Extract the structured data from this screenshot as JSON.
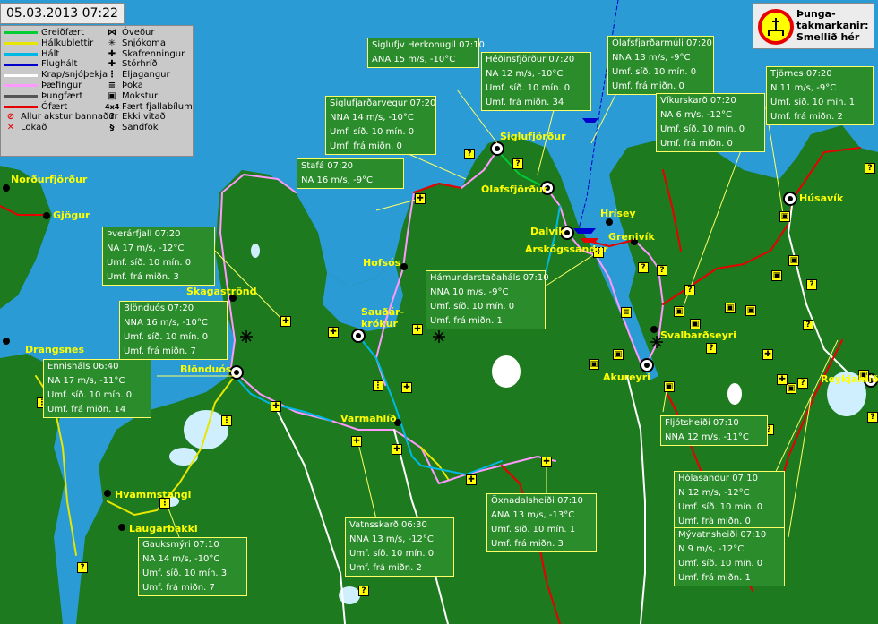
{
  "date": "05.03.2013 07:22",
  "warning": {
    "line1": "Þunga-",
    "line2": "takmarkanir:",
    "line3": "Smellið hér"
  },
  "legend": {
    "roads": [
      {
        "label": "Greiðfært",
        "color": "#00cc33"
      },
      {
        "label": "Hálkublettir",
        "color": "#e6e600"
      },
      {
        "label": "Hált",
        "color": "#00b8e6"
      },
      {
        "label": "Flughált",
        "color": "#0000cc"
      },
      {
        "label": "Krap/snjóþekja",
        "color": "#ffffff"
      },
      {
        "label": "Þæfingur",
        "color": "#ff99ff"
      },
      {
        "label": "Þungfært",
        "color": "#555555"
      },
      {
        "label": "Ófært",
        "color": "#e60000"
      }
    ],
    "closed": "Allur akstur bannaður",
    "local": "Lokað",
    "symbols": [
      {
        "glyph": "⋈",
        "label": "Óveður"
      },
      {
        "glyph": "✳",
        "label": "Snjókoma"
      },
      {
        "glyph": "✚",
        "label": "Skafrenningur"
      },
      {
        "glyph": "✚",
        "label": "Stórhríð"
      },
      {
        "glyph": "⋮",
        "label": "Éljagangur"
      },
      {
        "glyph": "≡",
        "label": "Þoka"
      },
      {
        "glyph": "▣",
        "label": "Mokstur"
      },
      {
        "glyph": "4x4",
        "label": "Fært fjallabílum"
      },
      {
        "glyph": "?",
        "label": "Ekki vitað"
      },
      {
        "glyph": "§",
        "label": "Sandfok"
      }
    ]
  },
  "places": [
    {
      "name": "Norðurfjörður"
    },
    {
      "name": "Gjögur"
    },
    {
      "name": "Drangsnes"
    },
    {
      "name": "Skagaströnd"
    },
    {
      "name": "Blönduós"
    },
    {
      "name": "Hvammstangi"
    },
    {
      "name": "Laugarbakki"
    },
    {
      "name": "Hofsós"
    },
    {
      "name": "Sauðár-"
    },
    {
      "name": "krókur"
    },
    {
      "name": "Varmahlíð"
    },
    {
      "name": "Siglufjörður"
    },
    {
      "name": "Ólafsfjörður"
    },
    {
      "name": "Dalvík"
    },
    {
      "name": "Hrísey"
    },
    {
      "name": "Árskógssandur"
    },
    {
      "name": "Grenivík"
    },
    {
      "name": "Akureyri"
    },
    {
      "name": "Svalbarðseyri"
    },
    {
      "name": "Húsavík"
    },
    {
      "name": "Reykjahlíð"
    }
  ],
  "stations": [
    {
      "lines": [
        "Siglufjv Herkonugil 07:10",
        "ANA 15 m/s, -10°C"
      ]
    },
    {
      "lines": [
        "Héðinsfjörður 07:20",
        "NA 12 m/s, -10°C",
        "Umf. síð. 10 mín. 0",
        "Umf. frá miðn. 34"
      ]
    },
    {
      "lines": [
        "Ólafsfjarðarmúli 07:20",
        "NNA 13 m/s, -9°C",
        "Umf. síð. 10 mín. 0",
        "Umf. frá miðn. 0"
      ]
    },
    {
      "lines": [
        "Tjörnes 07:20",
        "N 11 m/s, -9°C",
        "Umf. síð. 10 mín. 1",
        "Umf. frá miðn. 2"
      ]
    },
    {
      "lines": [
        "Siglufjarðarvegur 07:20",
        "NNA 14 m/s, -10°C",
        "Umf. síð. 10 mín. 0",
        "Umf. frá miðn. 0"
      ]
    },
    {
      "lines": [
        "Víkurskarð 07:20",
        "NA 6 m/s, -12°C",
        "Umf. síð. 10 mín. 0",
        "Umf. frá miðn. 0"
      ]
    },
    {
      "lines": [
        "Stafá 07:20",
        "NA 16 m/s, -9°C"
      ]
    },
    {
      "lines": [
        "Þverárfjall 07:20",
        "NA 17 m/s, -12°C",
        "Umf. síð. 10 mín. 0",
        "Umf. frá miðn. 3"
      ]
    },
    {
      "lines": [
        "Hámundarstaðaháls 07:10",
        "NNA 10 m/s, -9°C",
        "Umf. síð. 10 mín. 0",
        "Umf. frá miðn. 1"
      ]
    },
    {
      "lines": [
        "Blönduós 07:20",
        "NNA 16 m/s, -10°C",
        "Umf. síð. 10 mín. 0",
        "Umf. frá miðn. 7"
      ]
    },
    {
      "lines": [
        "Ennisháls 06:40",
        "NA 17 m/s, -11°C",
        "Umf. síð. 10 mín. 0",
        "Umf. frá miðn. 14"
      ]
    },
    {
      "lines": [
        "Fljótsheiði 07:10",
        "NNA 12 m/s, -11°C"
      ]
    },
    {
      "lines": [
        "Hólasandur 07:10",
        "N 12 m/s, -12°C",
        "Umf. síð. 10 mín. 0",
        "Umf. frá miðn. 0"
      ]
    },
    {
      "lines": [
        "Öxnadalsheiði 07:10",
        "ANA 13 m/s, -13°C",
        "Umf. síð. 10 mín. 1",
        "Umf. frá miðn. 3"
      ]
    },
    {
      "lines": [
        "Vatnsskarð 06:30",
        "NNA 13 m/s, -12°C",
        "Umf. síð. 10 mín. 0",
        "Umf. frá miðn. 2"
      ]
    },
    {
      "lines": [
        "Gauksmýri 07:10",
        "NA 14 m/s, -10°C",
        "Umf. síð. 10 mín. 3",
        "Umf. frá miðn. 7"
      ]
    },
    {
      "lines": [
        "Mývatnsheiði 07:10",
        "N 9 m/s, -12°C",
        "Umf. síð. 10 mín. 0",
        "Umf. frá miðn. 1"
      ]
    }
  ]
}
